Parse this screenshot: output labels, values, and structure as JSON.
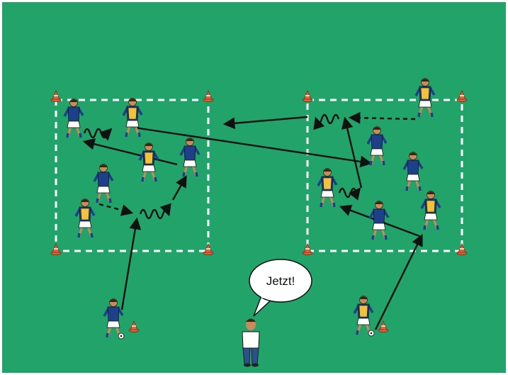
{
  "colors": {
    "pitch": "#22a36a",
    "line": "#ffffff",
    "arrow": "#111111",
    "shirt_blue": "#1e3f8a",
    "bib_yellow": "#f2c23a",
    "shorts_white": "#ffffff",
    "skin": "#c98b5a",
    "hair": "#3a2412",
    "cone": "#e0613a",
    "coach_shirt": "#ffffff",
    "coach_pants": "#2d4f8e"
  },
  "coach": {
    "speech": "Jetzt!"
  },
  "players": [
    {
      "id": "L-top-left",
      "bib": false,
      "ball": false
    },
    {
      "id": "L-top-mid",
      "bib": true,
      "ball": false
    },
    {
      "id": "L-mid-right-bib",
      "bib": true,
      "ball": false
    },
    {
      "id": "L-mid-right",
      "bib": false,
      "ball": false
    },
    {
      "id": "L-mid",
      "bib": false,
      "ball": false
    },
    {
      "id": "L-bottom-bib",
      "bib": true,
      "ball": false
    },
    {
      "id": "L-outside",
      "bib": false,
      "ball": true
    },
    {
      "id": "R-top-outside-bib",
      "bib": true,
      "ball": false
    },
    {
      "id": "R-top-mid",
      "bib": false,
      "ball": false
    },
    {
      "id": "R-right",
      "bib": false,
      "ball": false
    },
    {
      "id": "R-left-bib",
      "bib": true,
      "ball": false
    },
    {
      "id": "R-bottom-mid",
      "bib": false,
      "ball": false
    },
    {
      "id": "R-bottom-right-bib",
      "bib": true,
      "ball": false
    },
    {
      "id": "R-outside-bib",
      "bib": true,
      "ball": true
    }
  ]
}
